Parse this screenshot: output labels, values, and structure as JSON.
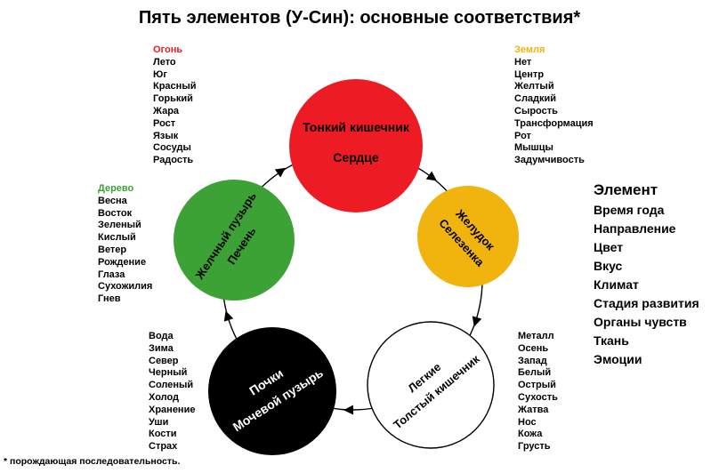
{
  "title": "Пять элементов (У-Син): основные соответствия*",
  "footnote": "* порождающая последовательность.",
  "legend": {
    "title": "Элемент",
    "items": [
      "Время года",
      "Направление",
      "Цвет",
      "Вкус",
      "Климат",
      "Стадия развития",
      "Органы чувств",
      "Ткань",
      "Эмоции"
    ]
  },
  "elements": {
    "fire": {
      "name": "Огонь",
      "color": "#ED1C24",
      "organs": [
        "Тонкий кишечник",
        "Сердце"
      ],
      "attributes": [
        "Лето",
        "Юг",
        "Красный",
        "Горький",
        "Жара",
        "Рост",
        "Язык",
        "Сосуды",
        "Радость"
      ]
    },
    "earth": {
      "name": "Земля",
      "color": "#F1B30E",
      "organs": [
        "Желудок",
        "Селезенка"
      ],
      "attributes": [
        "Нет",
        "Центр",
        "Желтый",
        "Сладкий",
        "Сырость",
        "Трансформация",
        "Рот",
        "Мышцы",
        "Задумчивость"
      ]
    },
    "metal": {
      "name": "Металл",
      "color": "#000000",
      "circle_fill": "#FFFFFF",
      "organs": [
        "Легкие",
        "Толстый кишечник"
      ],
      "attributes": [
        "Осень",
        "Запад",
        "Белый",
        "Острый",
        "Сухость",
        "Жатва",
        "Нос",
        "Кожа",
        "Грусть"
      ]
    },
    "water": {
      "name": "Вода",
      "color": "#000000",
      "organs": [
        "Почки",
        "Мочевой пузырь"
      ],
      "attributes": [
        "Зима",
        "Север",
        "Черный",
        "Соленый",
        "Холод",
        "Хранение",
        "Уши",
        "Кости",
        "Страх"
      ]
    },
    "wood": {
      "name": "Дерево",
      "color": "#3DA235",
      "organs": [
        "Желчный пузырь",
        "Печень"
      ],
      "attributes": [
        "Весна",
        "Восток",
        "Зеленый",
        "Кислый",
        "Ветер",
        "Рождение",
        "Глаза",
        "Сухожилия",
        "Гнев"
      ]
    }
  }
}
